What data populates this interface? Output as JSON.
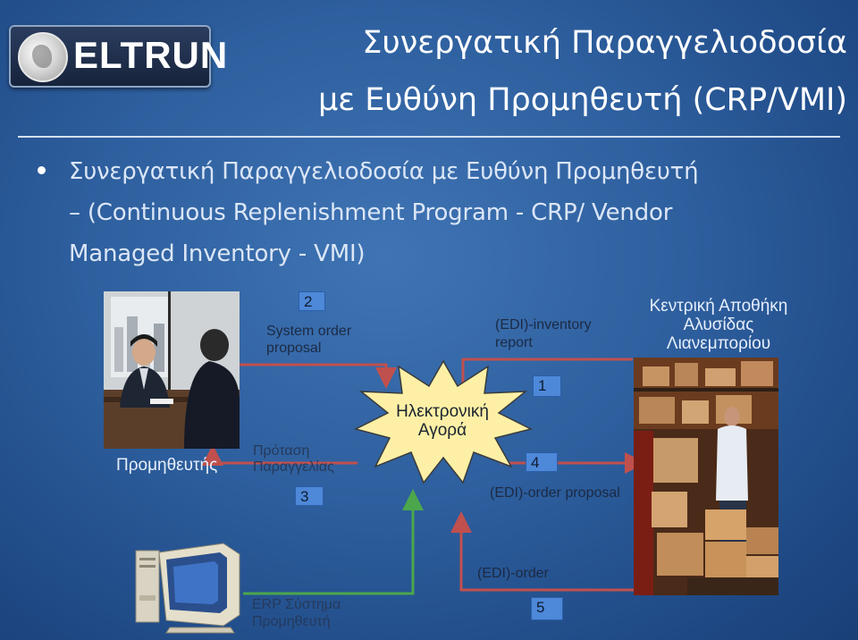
{
  "logo": {
    "text": "ELTRUN"
  },
  "title": {
    "line1": "Συνεργατική Παραγγελιοδοσία",
    "line2": "με Ευθύνη Προμηθευτή (CRP/VMI)"
  },
  "bullet": {
    "line1": "Συνεργατική Παραγγελιοδοσία με Ευθύνη Προμηθευτή",
    "line2": "– (Continuous Replenishment Program - CRP/ Vendor",
    "line3": "Managed Inventory  - VMI)"
  },
  "diagram": {
    "supplier_label": "Προμηθευτής",
    "retailer_label": {
      "line1": "Κεντρική Αποθήκη",
      "line2": "Αλυσίδας",
      "line3": "Λιανεμπορίου"
    },
    "market_label": {
      "line1": "Ηλεκτρονική",
      "line2": "Αγορά"
    },
    "erp_label": {
      "line1": "ERP Σύστημα",
      "line2": "Προμηθευτή"
    },
    "steps": {
      "s2": {
        "number": "2",
        "line1": "System order",
        "line2": "proposal"
      },
      "s3": {
        "number": "3",
        "line1": "Πρόταση",
        "line2": "Παραγγελίας"
      },
      "s1": {
        "number": "1",
        "line1": "(EDI)-inventory",
        "line2": "report"
      },
      "s4": {
        "number": "4",
        "text": "(EDI)-order proposal"
      },
      "s5": {
        "number": "5",
        "text": "(EDI)-order"
      }
    },
    "colors": {
      "red_arrow": "#c0504d",
      "green_arrow": "#4ca64c",
      "number_box": "#4e88d8",
      "burst": "#fdf0a6"
    }
  }
}
